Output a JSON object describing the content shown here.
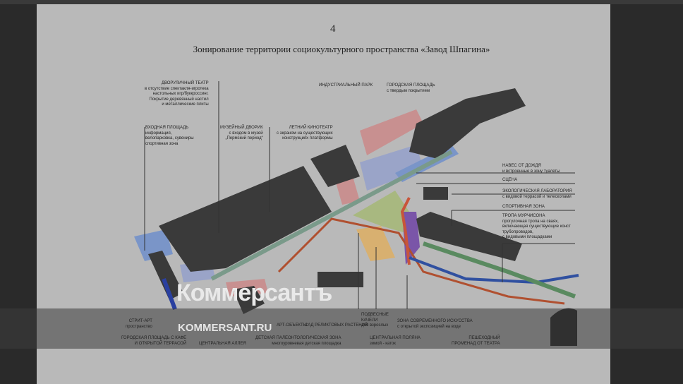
{
  "page_number": "4",
  "title": "Зонирование территории социокультурного пространства «Завод Шпагина»",
  "labels": {
    "dvor_theatre": {
      "head": "Дворуличный театр",
      "body": [
        "в отсутствие спектакля-игротека",
        "настольных игр/буккроссинг.",
        "Покрытие деревянный настил",
        "и металлические плиты"
      ]
    },
    "entrance": {
      "head": "Входная площадь",
      "body": [
        "информация,",
        "велопарковка, сувениры",
        "спортивная зона"
      ]
    },
    "museum": {
      "head": "Музейный дворик",
      "body": [
        "с входом в музей",
        "„Пермский период“"
      ]
    },
    "cinema": {
      "head": "Летний кинотеатр",
      "body": [
        "с экраном на существующих",
        "конструкциях платформы"
      ]
    },
    "industrial_park": {
      "head": "Индустриальный парк"
    },
    "city_square": {
      "head": "Городская площадь",
      "body": [
        "с твердым покрытием"
      ]
    },
    "canopy": {
      "head": "Навес от дождя",
      "body": [
        "и встроенные в зону туалеты"
      ]
    },
    "stage": {
      "head": "Сцена"
    },
    "eco_lab": {
      "head": "Экологическая лаборатория",
      "body": [
        "с видовой террасой и телескопами"
      ]
    },
    "sport": {
      "head": "Спортивная зона"
    },
    "trail": {
      "head": "Тропа Мурчисона",
      "body": [
        "прогулочная тропа на сваях,",
        "включающая существующие конст",
        "трубопроводов,",
        "с видовыми площадками"
      ]
    },
    "street_art": {
      "head": "Стрит-арт",
      "body": [
        "пространство"
      ]
    },
    "art_objects": {
      "head": "Арт-объекты"
    },
    "relic_garden": {
      "head": "Сад реликтовых растений"
    },
    "swings": {
      "head": "Подвесные",
      "body": [
        "качели",
        "для взрослых"
      ]
    },
    "modern_art": {
      "head": "Зона современного искусства",
      "body": [
        "с открытой экспозицией на воде"
      ]
    },
    "city_square_cafe": {
      "head": "Городская площадь с кафе",
      "body": [
        "и открытой террасой"
      ]
    },
    "central_alley": {
      "head": "Центральная аллея"
    },
    "paleo_zone": {
      "head": "Детская палеонтологическая зона",
      "body": [
        "многоуровневая детская площадка"
      ]
    },
    "central_glade": {
      "head": "Центральная поляна",
      "body": [
        "зимой - каток"
      ]
    },
    "promenade": {
      "head": "Пешеходный",
      "body": [
        "променад от театра"
      ]
    }
  },
  "watermark": {
    "logo": "Коммерсантъ",
    "site": "KOMMERSANT.RU"
  },
  "colors": {
    "buildings": "#3a3a3a",
    "orange": "#c8553a",
    "purple": "#7a55a8",
    "blue": "#7a95c8",
    "pink": "#c89090",
    "green": "#a8b880",
    "rail": "#7a9a8a"
  }
}
